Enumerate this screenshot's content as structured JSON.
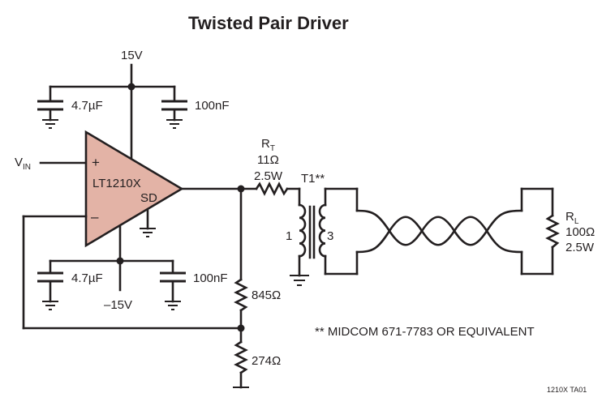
{
  "title": "Twisted Pair Driver",
  "supply": {
    "positive": "15V",
    "negative": "–15V"
  },
  "capacitors": {
    "top_left": "4.7µF",
    "top_right": "100nF",
    "bottom_left": "4.7µF",
    "bottom_right": "100nF"
  },
  "amplifier": {
    "part": "LT1210X",
    "shutdown_pin": "SD",
    "plus_sign": "+",
    "minus_sign": "–"
  },
  "input": {
    "label": "V",
    "subscript": "IN"
  },
  "rt": {
    "label": "R",
    "subscript": "T",
    "value": "11Ω",
    "power": "2.5W"
  },
  "transformer": {
    "label": "T1**",
    "primary_pin": "1",
    "secondary_pin": "3"
  },
  "load": {
    "label": "R",
    "subscript": "L",
    "value": "100Ω",
    "power": "2.5W"
  },
  "feedback": {
    "r_top": "845Ω",
    "r_bottom": "274Ω"
  },
  "note": "** MIDCOM 671-7783 OR EQUIVALENT",
  "figure_id": "1210X TA01",
  "colors": {
    "opamp_fill": "#e3b3a6",
    "ink": "#231f20"
  }
}
